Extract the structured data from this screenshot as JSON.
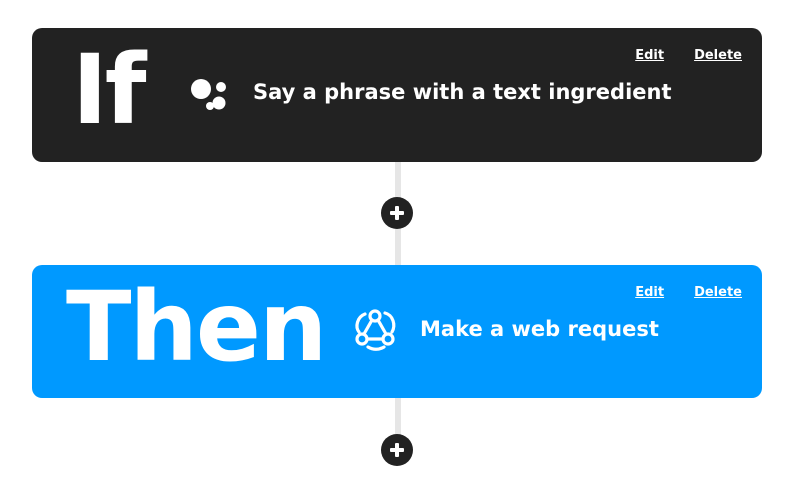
{
  "if_card": {
    "keyword": "If",
    "icon": "google-assistant-icon",
    "action": "Say a phrase with a text ingredient",
    "edit_label": "Edit",
    "delete_label": "Delete",
    "color": "#222222"
  },
  "then_card": {
    "keyword": "Then",
    "icon": "webhook-icon",
    "action": "Make a web request",
    "edit_label": "Edit",
    "delete_label": "Delete",
    "color": "#0099ff"
  },
  "add_buttons": [
    {
      "icon": "plus-icon"
    },
    {
      "icon": "plus-icon"
    }
  ]
}
